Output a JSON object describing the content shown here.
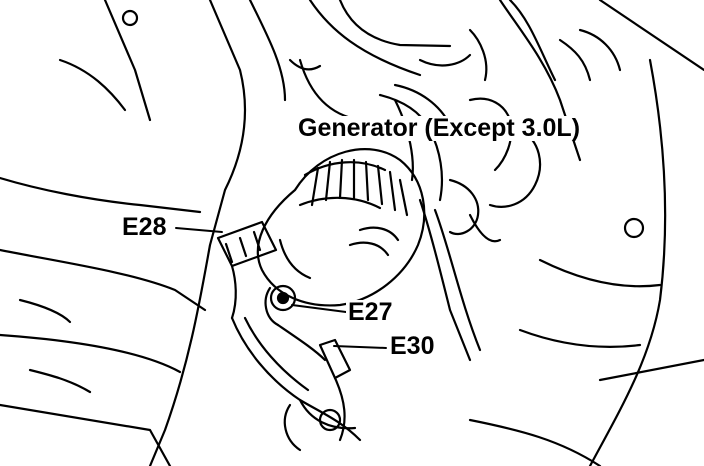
{
  "colors": {
    "line": "#000000",
    "background": "#ffffff"
  },
  "labels": {
    "generator": "Generator (Except 3.0L)",
    "e28": "E28",
    "e27": "E27",
    "e30": "E30"
  }
}
